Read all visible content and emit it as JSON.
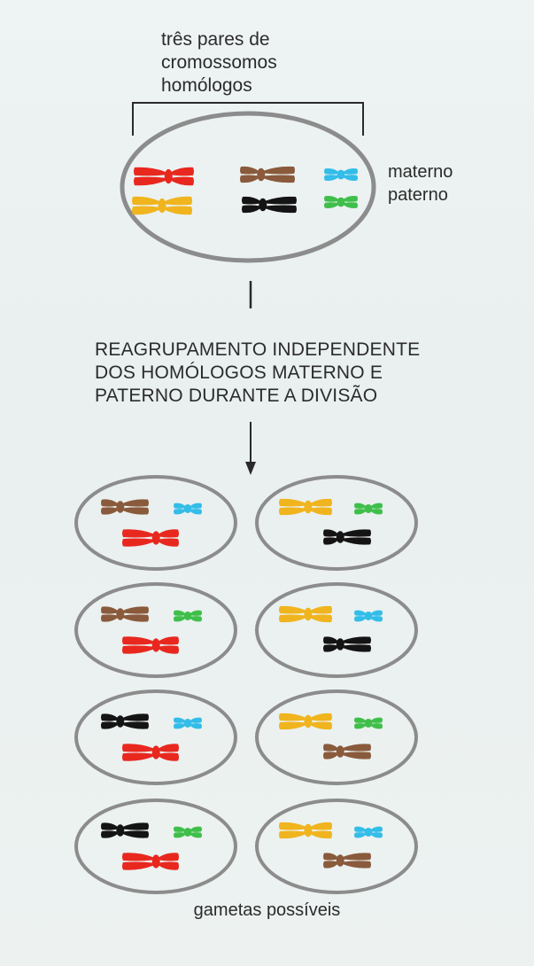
{
  "labels": {
    "top": [
      "três pares de",
      "cromossomos",
      "homólogos"
    ],
    "maternal": "materno",
    "paternal": "paterno",
    "process": [
      "REAGRUPAMENTO INDEPENDENTE",
      "DOS HOMÓLOGOS MATERNO E",
      "PATERNO DURANTE A DIVISÃO"
    ],
    "result": "gametas possíveis"
  },
  "colors": {
    "pair1_maternal": "#e8281f",
    "pair1_paternal": "#f0b41e",
    "pair2_maternal": "#8a5a3c",
    "pair2_paternal": "#141414",
    "pair3_maternal": "#33bde8",
    "pair3_paternal": "#3fbf4a",
    "cell_outline": "#8c8c8c",
    "line": "#2a2a2a"
  },
  "parent_cell": {
    "maternal_row": [
      "pair1_maternal",
      "pair2_maternal",
      "pair3_maternal"
    ],
    "paternal_row": [
      "pair1_paternal",
      "pair2_paternal",
      "pair3_paternal"
    ]
  },
  "gametes": [
    {
      "pair1": "pair1_maternal",
      "pair2": "pair2_maternal",
      "pair3": "pair3_maternal"
    },
    {
      "pair1": "pair1_paternal",
      "pair2": "pair2_paternal",
      "pair3": "pair3_paternal"
    },
    {
      "pair1": "pair1_maternal",
      "pair2": "pair2_maternal",
      "pair3": "pair3_paternal"
    },
    {
      "pair1": "pair1_paternal",
      "pair2": "pair2_paternal",
      "pair3": "pair3_maternal"
    },
    {
      "pair1": "pair1_maternal",
      "pair2": "pair2_paternal",
      "pair3": "pair3_maternal"
    },
    {
      "pair1": "pair1_paternal",
      "pair2": "pair2_maternal",
      "pair3": "pair3_paternal"
    },
    {
      "pair1": "pair1_maternal",
      "pair2": "pair2_paternal",
      "pair3": "pair3_paternal"
    },
    {
      "pair1": "pair1_paternal",
      "pair2": "pair2_maternal",
      "pair3": "pair3_maternal"
    }
  ]
}
